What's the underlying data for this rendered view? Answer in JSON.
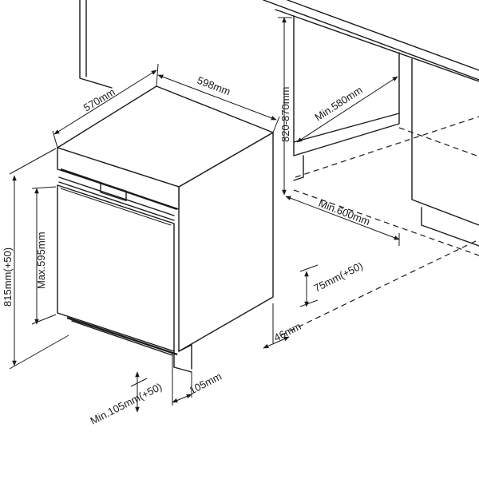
{
  "diagram": {
    "labels": {
      "depth": "570mm",
      "width": "598mm",
      "niche_height": "820-870mm",
      "min_depth": "Min.580mm",
      "min_width": "Min.600mm",
      "plinth_height": "75mm(+50)",
      "plinth_gap": "46mm",
      "height": "815mm(+50)",
      "door_height": "Max.595mm",
      "toe_kick": "Min.105mm(+50)",
      "toe_depth": "105mm"
    }
  }
}
